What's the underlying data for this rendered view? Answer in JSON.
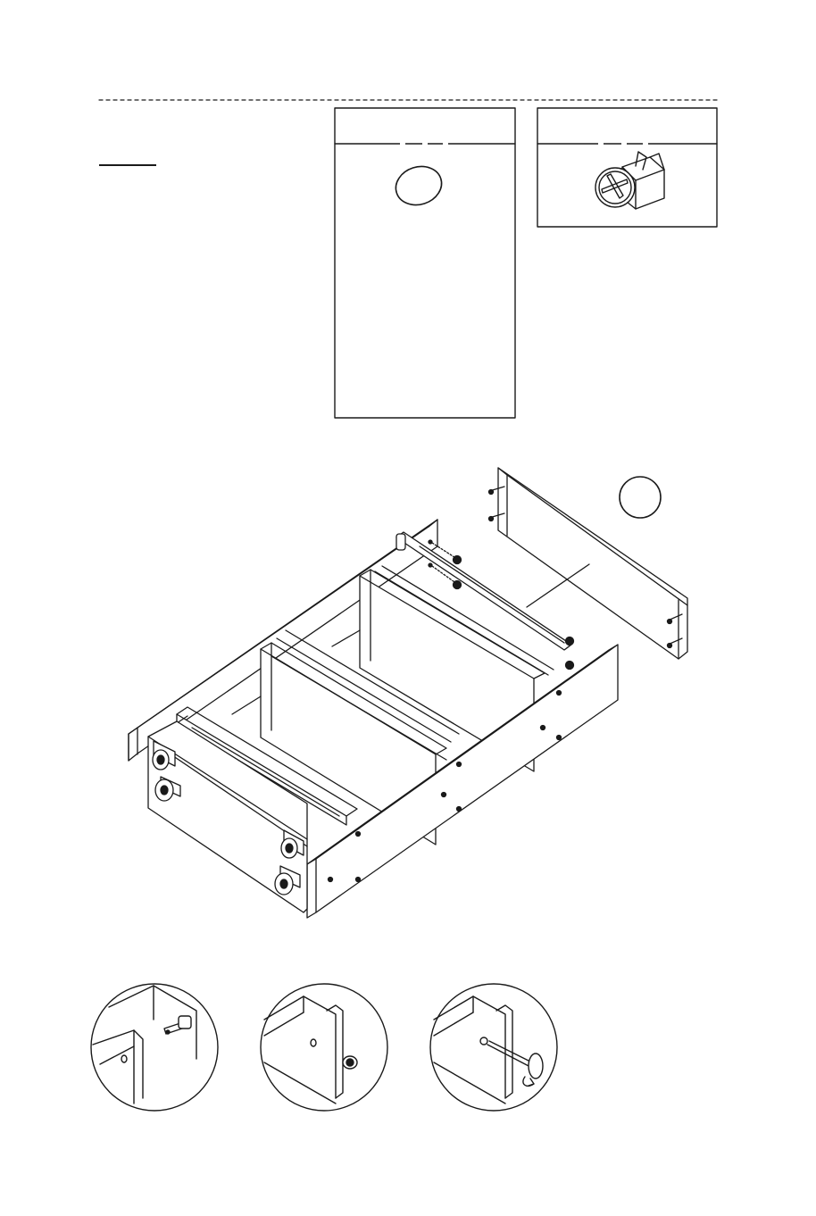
{
  "page": {
    "background": "#ffffff",
    "ink_color": "#1a1a1a"
  },
  "step_header": {
    "separator": "dashed-line",
    "step_label_underline": "underline-bar"
  },
  "parts_panels": [
    {
      "kind": "panel-callout",
      "icon": "oval-panel-label-icon",
      "header_dashes": "- -"
    },
    {
      "kind": "hardware-callout",
      "icon": "cam-lock-nut-icon",
      "header_dashes": "- -"
    }
  ],
  "main_illustration": {
    "subject": "drawer-frame-assembly",
    "callout_marker": "circle-label-marker",
    "casters": 4
  },
  "detail_steps": [
    {
      "icon": "cam-dowel-insert-detail-icon"
    },
    {
      "icon": "cam-lock-insert-detail-icon"
    },
    {
      "icon": "screwdriver-tighten-detail-icon"
    }
  ]
}
